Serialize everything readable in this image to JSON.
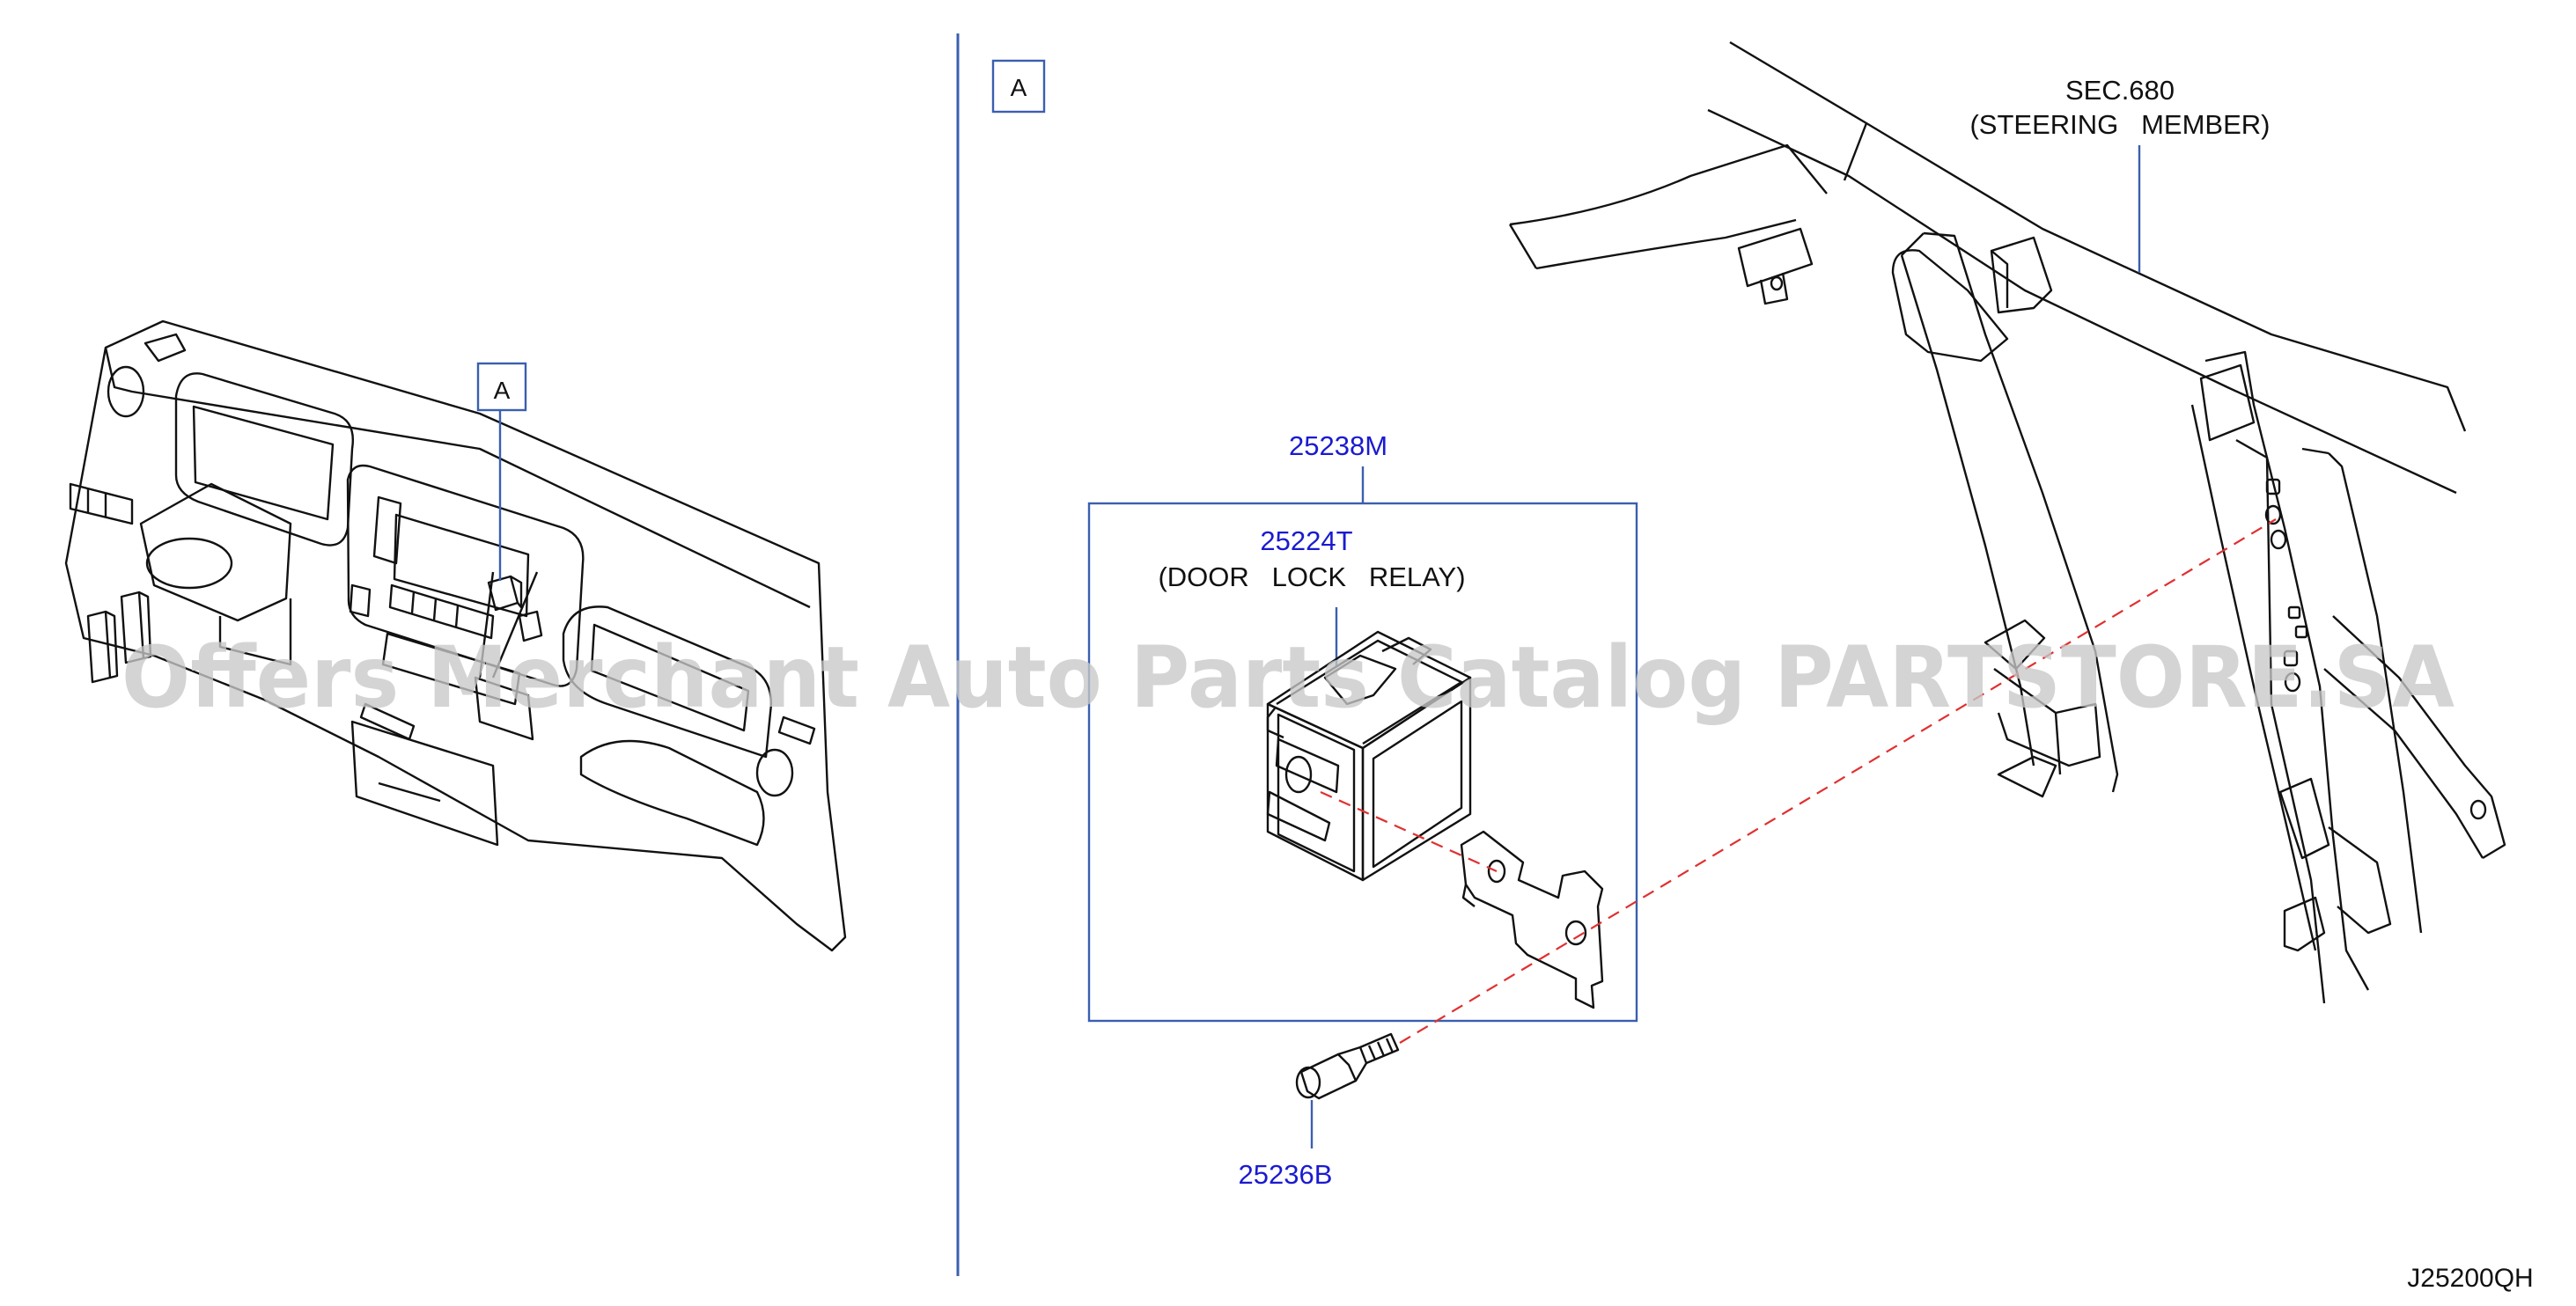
{
  "view_marker": "A",
  "callouts": {
    "section_ref": "SEC.680",
    "section_name": "(STEERING   MEMBER)",
    "bracket_assembly": "25238M",
    "relay_part": "25224T",
    "relay_name": "(DOOR   LOCK   RELAY)",
    "bolt": "25236B"
  },
  "diagram_code": "J25200QH",
  "watermark": "Offers Merchant Auto Parts Catalog PARTSTORE.SA",
  "colors": {
    "callout_text": "#1a1ad0",
    "leader_line": "#3a5fb0",
    "dashed_line": "#e03030",
    "linework": "#111111"
  }
}
